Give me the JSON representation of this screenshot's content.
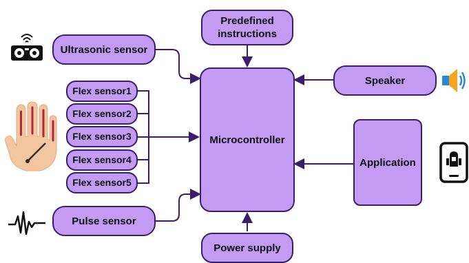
{
  "nodes": {
    "ultrasonic": "Ultrasonic sensor",
    "predefined": "Predefined\ninstructions",
    "speaker": "Speaker",
    "flex": [
      "Flex sensor1",
      "Flex sensor2",
      "Flex sensor3",
      "Flex sensor4",
      "Flex sensor5"
    ],
    "microcontroller": "Microcontroller",
    "application": "Application",
    "pulse": "Pulse sensor",
    "power": "Power supply"
  },
  "icons": {
    "ultrasonic": "ultrasonic-module-icon",
    "hand": "hand-with-flex-sensors-icon",
    "pulse": "pulse-waveform-icon",
    "speaker": "speaker-icon",
    "phone": "smartphone-app-icon"
  },
  "colors": {
    "node_fill": "#c39bf2",
    "node_border": "#3a1d6b",
    "connector": "#3a1d6b"
  }
}
